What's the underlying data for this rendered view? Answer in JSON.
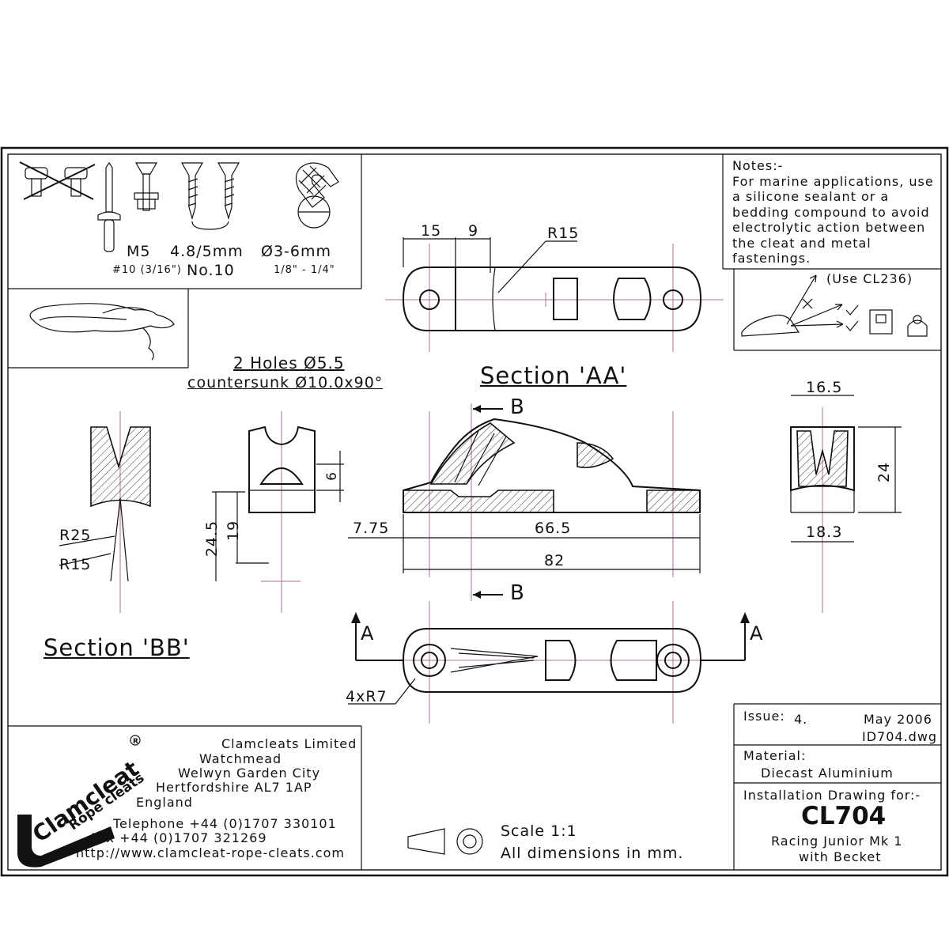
{
  "hardware": {
    "m5": "M5",
    "m5_sub": "#10 (3/16\")",
    "screw": "4.8/5mm",
    "screw_sub": "No.10",
    "rope": "Ø3-6mm",
    "rope_sub": "1/8\" - 1/4\""
  },
  "notes": {
    "heading": "Notes:-",
    "body": "For marine applications, use a silicone sealant or a bedding compound to avoid electrolytic action between the cleat and metal fastenings."
  },
  "use_note": "(Use CL236)",
  "holes_note": {
    "line1": "2 Holes Ø5.5",
    "line2": "countersunk Ø10.0x90°"
  },
  "sections": {
    "aa": "Section 'AA'",
    "bb": "Section 'BB'",
    "marker_a": "A",
    "marker_b": "B"
  },
  "dimensions": {
    "top_15": "15",
    "top_9": "9",
    "top_r15": "R15",
    "d_775": "7.75",
    "d_665": "66.5",
    "d_82": "82",
    "d_165": "16.5",
    "d_24": "24",
    "d_183": "18.3",
    "d_6": "6",
    "d_245": "24.5",
    "d_19": "19",
    "r25": "R25",
    "r15": "R15",
    "d_4xr7": "4xR7"
  },
  "company": {
    "brand": "Clamcleat",
    "brand_sub": "Rope cleats",
    "name": "Clamcleats Limited",
    "addr1": "Watchmead",
    "addr2": "Welwyn Garden City",
    "addr3": "Hertfordshire AL7 1AP",
    "addr4": "England",
    "tel": "Telephone +44 (0)1707 330101",
    "fax": "Fax +44 (0)1707 321269",
    "web": "http://www.clamcleat-rope-cleats.com"
  },
  "scale": {
    "line1": "Scale 1:1",
    "line2": "All dimensions in mm."
  },
  "titleblock": {
    "issue_label": "Issue:",
    "issue_value": "4.",
    "date": "May 2006",
    "file": "ID704.dwg",
    "material_label": "Material:",
    "material_value": "Diecast Aluminium",
    "install_label": "Installation Drawing for:-",
    "part": "CL704",
    "desc1": "Racing Junior Mk 1",
    "desc2": "with Becket"
  }
}
